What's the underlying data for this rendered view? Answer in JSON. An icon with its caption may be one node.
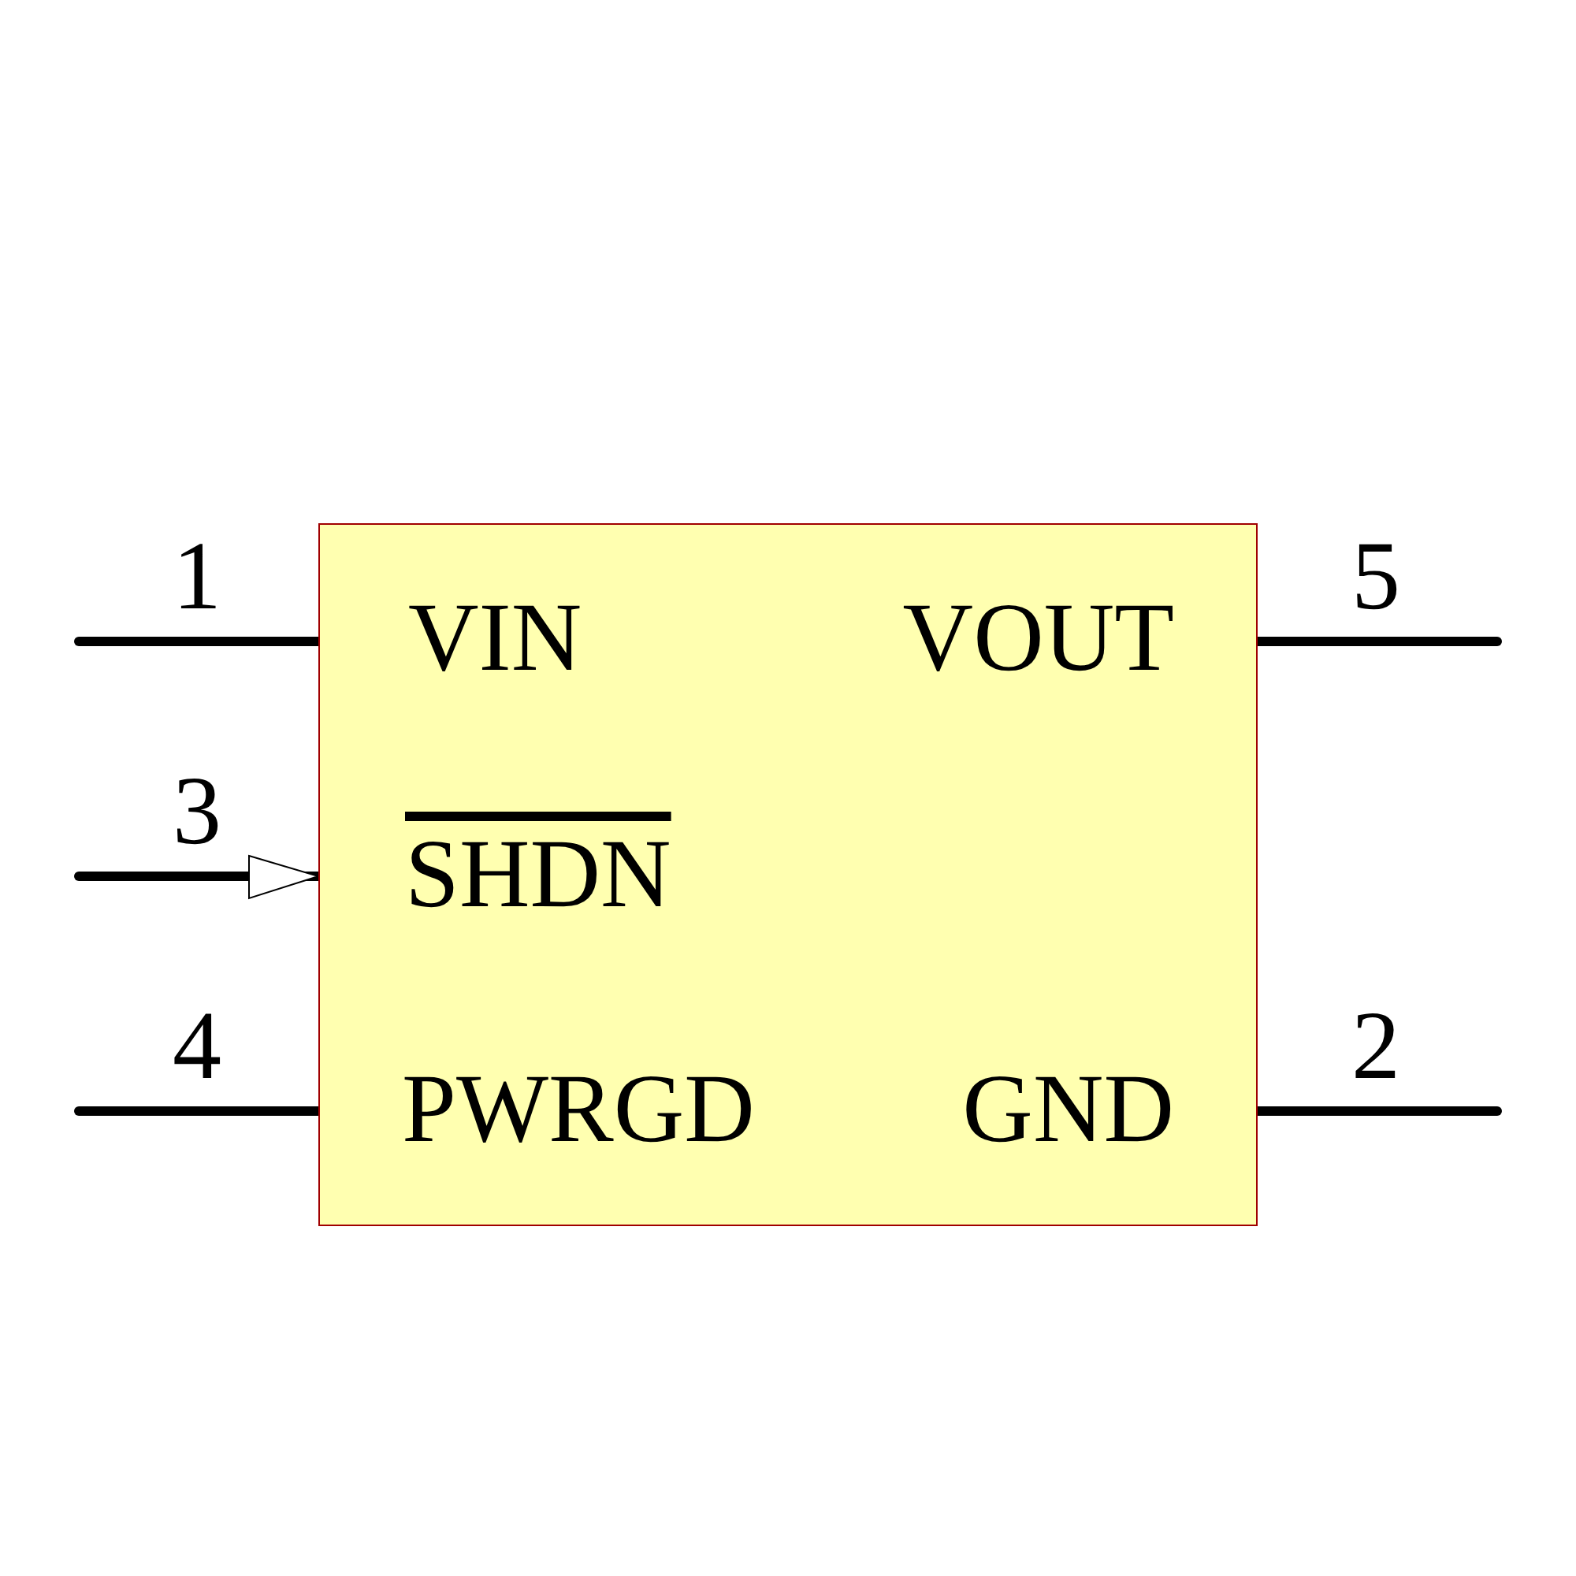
{
  "diagram": {
    "nodes": [
      {
        "text": [
          "VIN",
          "VOUT",
          "SHDN",
          "PWRGD",
          "GND"
        ]
      }
    ],
    "labels": [
      "1",
      "5",
      "3",
      "4",
      "2"
    ]
  }
}
